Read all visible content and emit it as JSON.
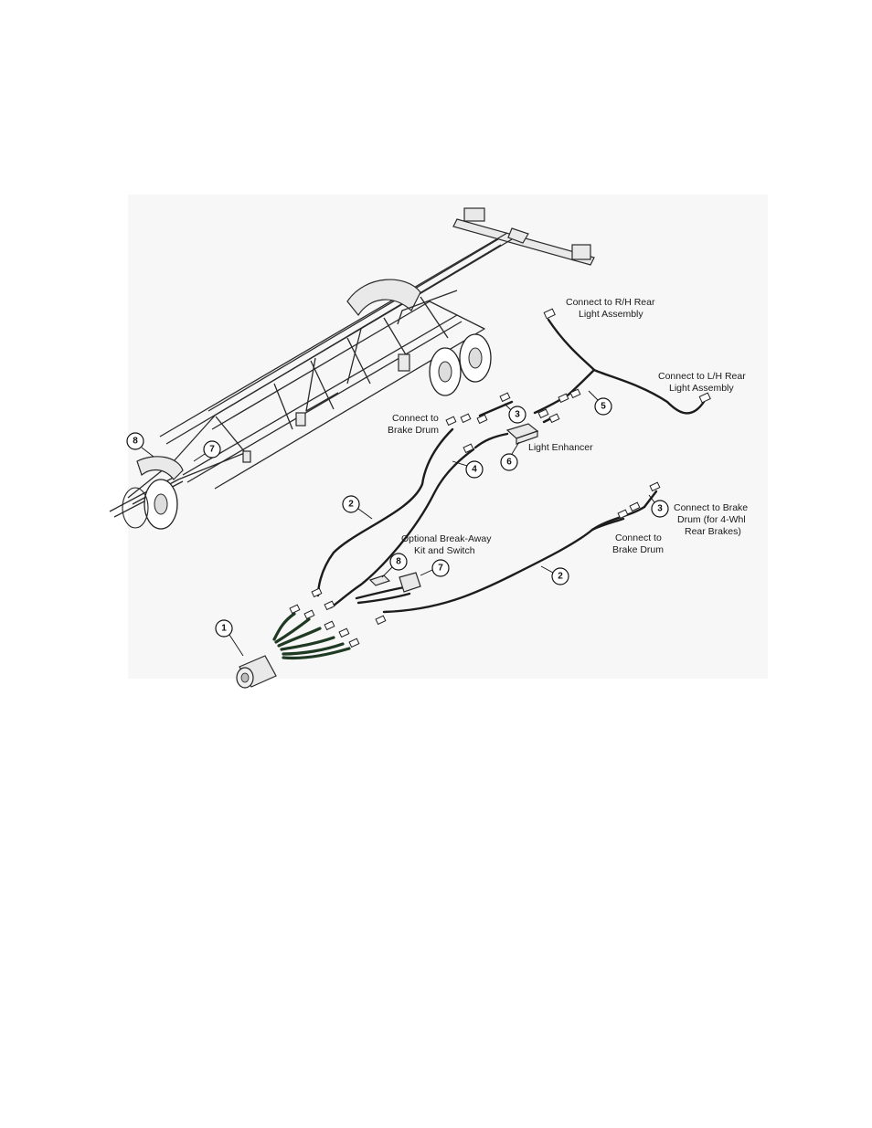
{
  "callouts": {
    "plug": "1",
    "brake_harness_left": "2",
    "brake_harness_right": "2",
    "brake_jumper_upper": "3",
    "brake_jumper_right": "3",
    "main_harness": "4",
    "rear_light_harness": "5",
    "light_enhancer": "6",
    "breakaway_battery_trailer": "7",
    "breakaway_battery_kit": "7",
    "breakaway_switch_trailer": "8",
    "breakaway_switch_kit": "8"
  },
  "labels": {
    "rh_rear_light": [
      "Connect to R/H Rear",
      "Light Assembly"
    ],
    "lh_rear_light": [
      "Connect to L/H Rear",
      "Light Assembly"
    ],
    "brake_drum_upper": [
      "Connect to",
      "Brake Drum"
    ],
    "light_enhancer": "Light Enhancer",
    "breakaway_kit": [
      "Optional Break-Away",
      "Kit and Switch"
    ],
    "brake_drum_rear": [
      "Connect to Brake",
      "Drum (for 4-Whl",
      "Rear Brakes)"
    ],
    "brake_drum_lower": [
      "Connect to",
      "Brake Drum"
    ]
  }
}
